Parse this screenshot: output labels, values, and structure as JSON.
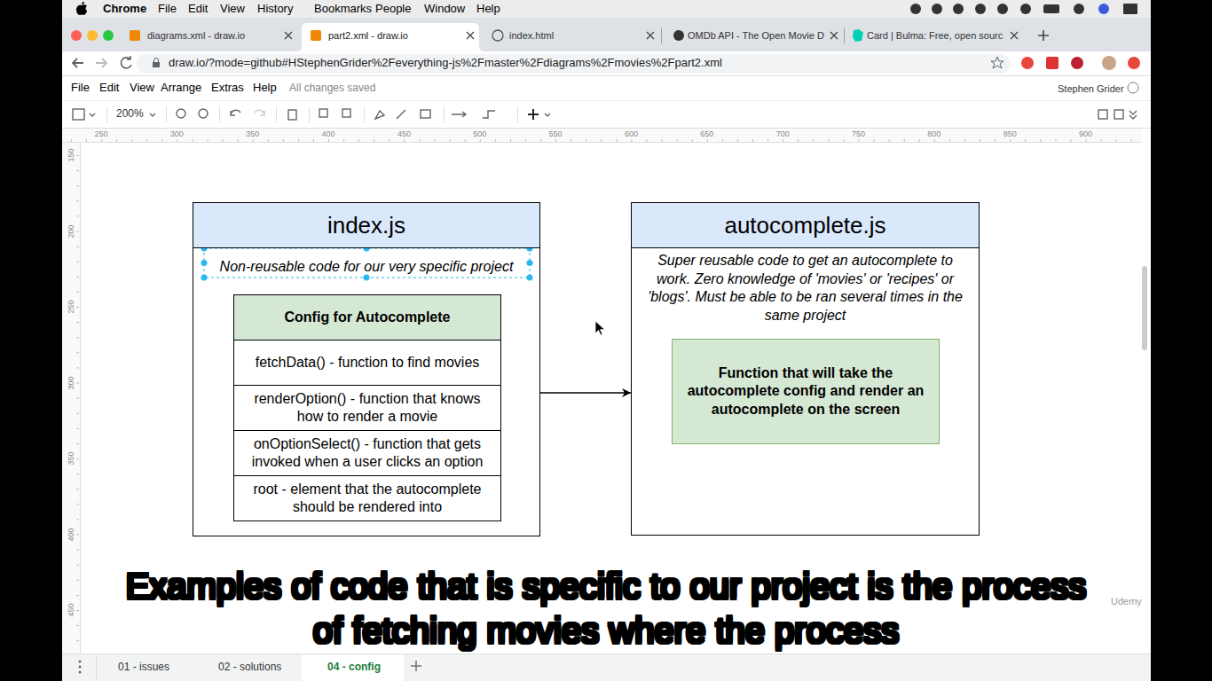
{
  "diagram": {
    "nodes": [
      {
        "text": [
          "index.js",
          "Non-reusable code for our very specific project"
        ]
      },
      {
        "text": [
          "Config for Autocomplete"
        ],
        "in": 0
      },
      {
        "text": [
          "fetchData() - function to find movies"
        ],
        "in": 1
      },
      {
        "text": [
          "renderOption() - function that knows how to render a movie"
        ],
        "in": 1
      },
      {
        "text": [
          "onOptionSelect() - function that gets invoked when a user clicks an option"
        ],
        "in": 1
      },
      {
        "text": [
          "root - element that the autocomplete should be rendered into"
        ],
        "in": 1
      },
      {
        "text": [
          "autocomplete.js",
          "Super reusable code to get an autocomplete to work. Zero knowledge of 'movies' or 'recipes' or 'blogs'. Must be able to be ran several times in the same project"
        ]
      },
      {
        "text": [
          "Function that will take the autocomplete config and render an autocomplete on the screen"
        ],
        "in": 6
      }
    ],
    "edges": [
      {
        "from": 0,
        "to": 6,
        "arrow": "to"
      }
    ],
    "labels": [
      "Chrome",
      "File",
      "Edit",
      "View",
      "History",
      "Bookmarks",
      "People",
      "Window",
      "Help",
      "diagrams.xml - draw.io",
      "part2.xml - draw.io",
      "index.html",
      "OMDb API - The Open Movie D",
      "Card | Bulma: Free, open sourc",
      "draw.io/?mode=github#HStephenGrider%2Feverything-js%2Fmaster%2Fdiagrams%2Fmovies%2Fpart2.xml",
      "File",
      "Edit",
      "View",
      "Arrange",
      "Extras",
      "Help",
      "All changes saved",
      "Stephen Grider",
      "200%",
      "250",
      "300",
      "350",
      "400",
      "450",
      "500",
      "550",
      "600",
      "650",
      "700",
      "750",
      "800",
      "850",
      "900",
      "150",
      "200",
      "250",
      "300",
      "350",
      "400",
      "450",
      "01 - issues",
      "02 - solutions",
      "04 - config",
      "Examples of code that is specific to our project is the process of fetching movies where the process",
      "Udemy"
    ]
  }
}
